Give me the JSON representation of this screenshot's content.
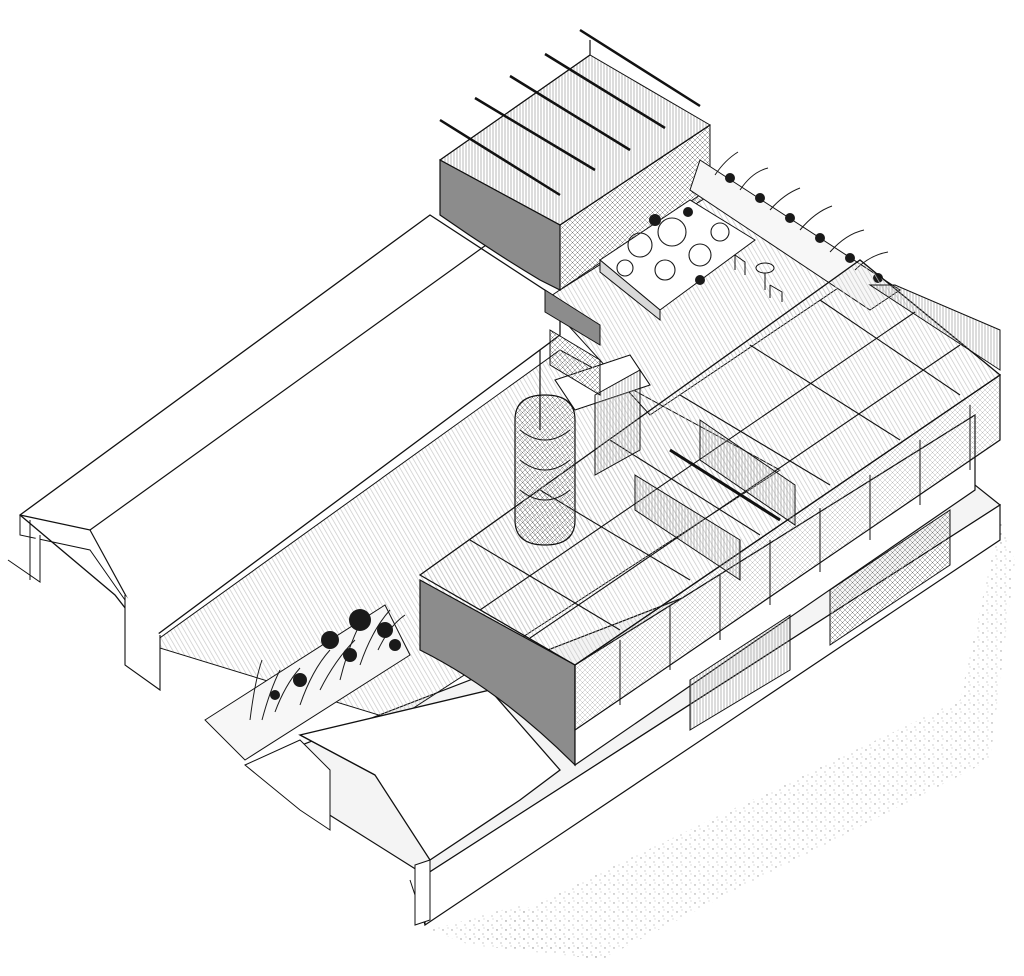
{
  "colors": {
    "background": "#ffffff",
    "line": "#111111",
    "roof_fill": "#ffffff",
    "ground_fill": "#f2f2f2",
    "facade_grey": "#8c8c8c",
    "floor_hatch": "#d2d2d2",
    "reed_screen": "#bdbdbd",
    "planting": "#1a1a1a",
    "stipple": "#9a9a9a"
  },
  "icons": {
    "planter": "foliage-cluster",
    "stair": "spiral-stair",
    "seating": "bistro-table-and-chairs"
  }
}
